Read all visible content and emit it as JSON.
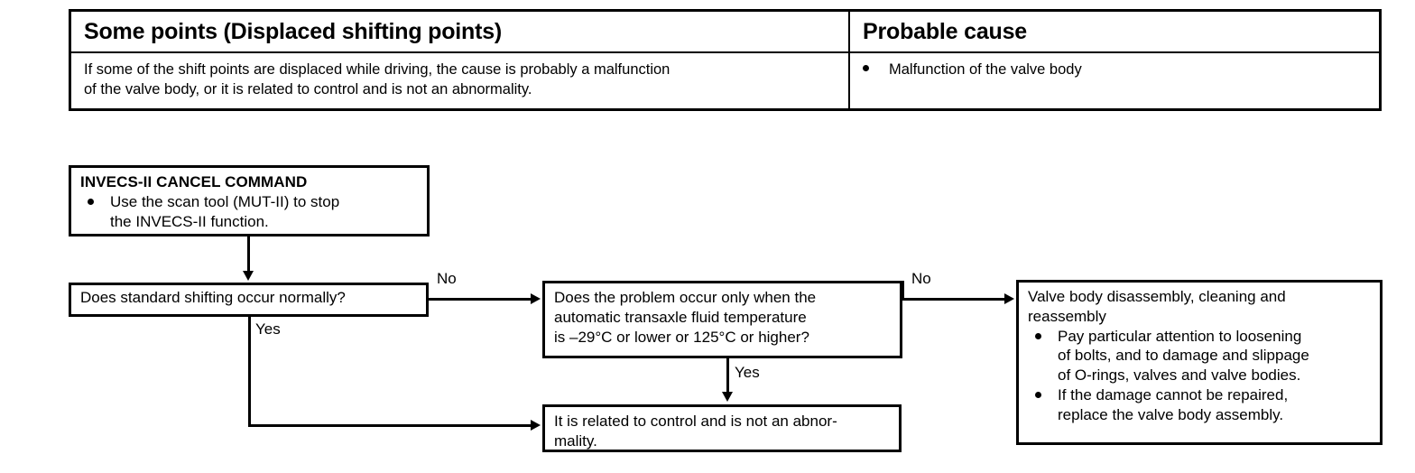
{
  "symptom_table": {
    "columns": [
      "Some points (Displaced shifting points)",
      "Probable cause"
    ],
    "symptom_text_line1": "If some of the shift points are displaced while driving, the cause is probably a malfunction",
    "symptom_text_line2": "of the valve body, or it is related to control and is not an abnormality.",
    "probable_cause_item": "Malfunction of the valve body"
  },
  "flowchart": {
    "invecs_box": {
      "title": "INVECS-II CANCEL COMMAND",
      "item_line1": "Use the scan tool (MUT-II) to stop",
      "item_line2": "the INVECS-II function."
    },
    "decision_box": {
      "text": "Does standard shifting occur normally?"
    },
    "temp_box": {
      "line1": "Does the problem occur only when the",
      "line2": "automatic transaxle fluid temperature",
      "line3": "is –29°C or lower or 125°C or higher?"
    },
    "control_box": {
      "line1": "It is related to control and is not an abnor-",
      "line2": "mality."
    },
    "valve_box": {
      "heading_line1": "Valve body disassembly, cleaning and",
      "heading_line2": "reassembly",
      "item1_line1": "Pay particular attention to loosening",
      "item1_line2": "of bolts, and to damage and slippage",
      "item1_line3": "of O-rings, valves and valve bodies.",
      "item2_line1": "If the damage cannot be repaired,",
      "item2_line2": "replace the valve body assembly."
    },
    "edge_labels": {
      "no_1": "No",
      "no_2": "No",
      "yes_1": "Yes",
      "yes_2": "Yes"
    }
  },
  "colors": {
    "ink": "#000000",
    "paper": "#ffffff"
  }
}
